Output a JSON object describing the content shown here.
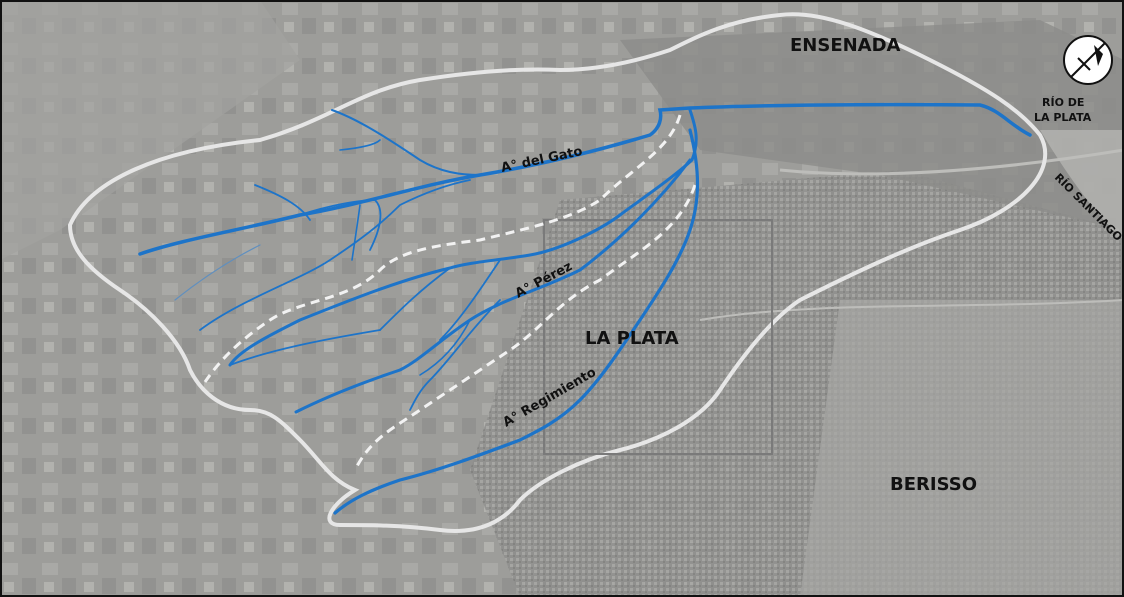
{
  "map": {
    "places": {
      "ensenada": "ENSENADA",
      "la_plata": "LA PLATA",
      "berisso": "BERISSO",
      "rio_de_la_plata_line1": "RÍO DE",
      "rio_de_la_plata_line2": "LA PLATA",
      "rio_santiago": "RÍO SANTIAGO"
    },
    "streams": {
      "del_gato": "A° del Gato",
      "perez": "A° Pérez",
      "regimiento": "A° Regimiento"
    },
    "icons": {
      "north_arrow": "north-arrow-icon"
    },
    "colors": {
      "stream": "#1d74c9",
      "divide": "#f2f2f2",
      "basin_outline": "#e6e6e6",
      "study_area": "#7a7a7a",
      "background": "#9a9a98"
    }
  }
}
